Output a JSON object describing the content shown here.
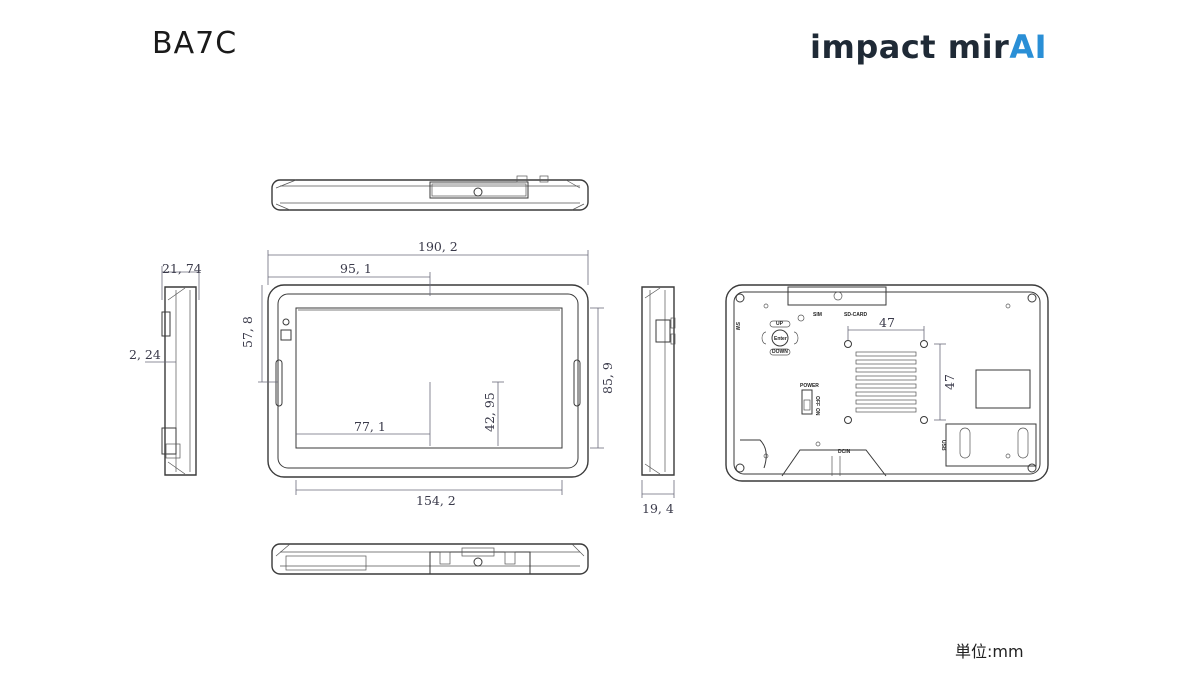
{
  "header": {
    "model": "BA7C",
    "logo_main": "impact mir",
    "logo_accent": "AI"
  },
  "footer": {
    "unit": "単位:mm"
  },
  "dimensions": {
    "total_width": "190, 2",
    "half_width": "95, 1",
    "depth": "21, 74",
    "offset": "2, 24",
    "height_upper": "57, 8",
    "screen_half_width": "77, 1",
    "screen_half_height": "42, 95",
    "total_height": "85, 9",
    "screen_width": "154, 2",
    "thickness": "19, 4",
    "vesa_w": "47",
    "vesa_h": "47"
  },
  "rear_labels": {
    "sim": "SIM",
    "sdcard": "SD-CARD",
    "up": "UP",
    "down": "DOWN",
    "enter": "Enter",
    "power": "POWER",
    "off": "OFF",
    "on": "ON",
    "dcin": "DCIN",
    "usb": "USB",
    "side": "SW"
  },
  "colors": {
    "line": "#3a3a3a",
    "dimension": "#6a6a7a",
    "logo_accent": "#2a8fd6"
  }
}
